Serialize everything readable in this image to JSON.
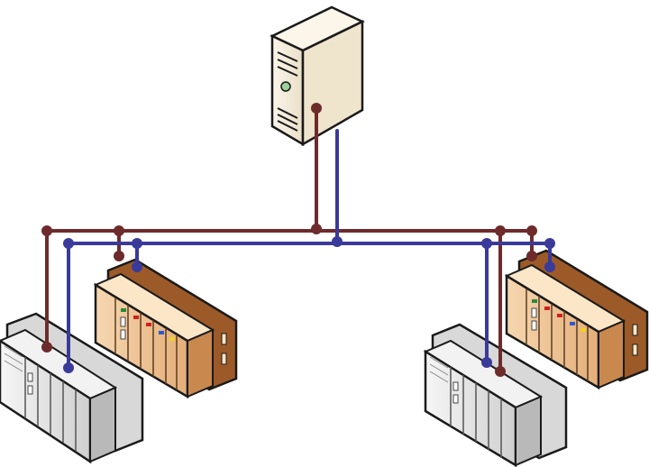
{
  "diagram": {
    "type": "network-topology",
    "colors": {
      "network_a": "#6e2b2b",
      "network_b": "#3a3a9a",
      "outline": "#1a1a1a",
      "server_body": "#f7efe0",
      "server_side": "#e8dcc4",
      "plc_orange": "#f0c89a",
      "plc_orange_dark": "#a86a3a",
      "plc_gray": "#e9e9e9",
      "plc_gray_dark": "#9a9a9a"
    },
    "nodes": [
      {
        "id": "server",
        "kind": "server-tower-icon"
      },
      {
        "id": "plc-orange-left",
        "kind": "plc-rack-icon",
        "style": "orange"
      },
      {
        "id": "plc-gray-left",
        "kind": "plc-rack-icon",
        "style": "gray"
      },
      {
        "id": "plc-orange-right",
        "kind": "plc-rack-icon",
        "style": "orange"
      },
      {
        "id": "plc-gray-right",
        "kind": "plc-rack-icon",
        "style": "gray"
      }
    ],
    "networks": [
      {
        "id": "network_a",
        "color_key": "network_a",
        "connects": [
          "server",
          "plc-orange-left",
          "plc-gray-left",
          "plc-orange-right",
          "plc-gray-right"
        ]
      },
      {
        "id": "network_b",
        "color_key": "network_b",
        "connects": [
          "server",
          "plc-orange-left",
          "plc-gray-left",
          "plc-orange-right",
          "plc-gray-right"
        ]
      }
    ]
  }
}
